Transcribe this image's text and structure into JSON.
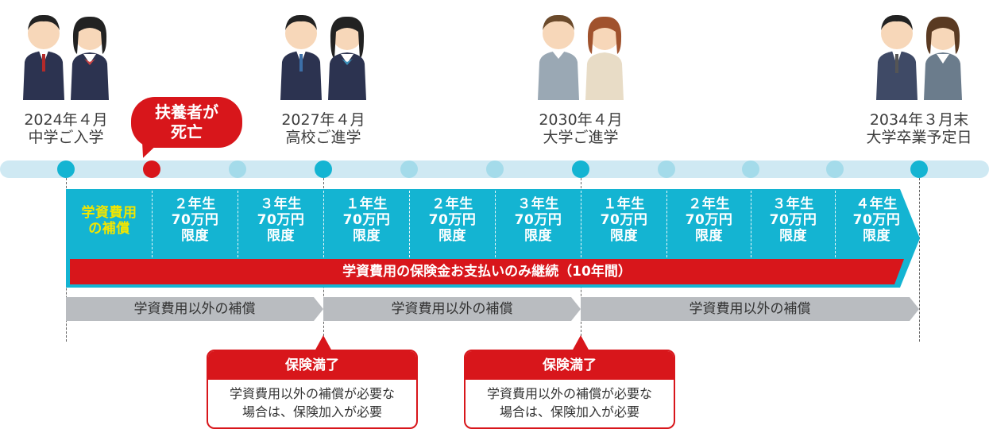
{
  "milestones": [
    {
      "date": "2024年４月",
      "event": "中学ご入学"
    },
    {
      "date": "2027年４月",
      "event": "高校ご進学"
    },
    {
      "date": "2030年４月",
      "event": "大学ご進学"
    },
    {
      "date": "2034年３月末",
      "event": "大学卒業予定日"
    }
  ],
  "event_bubble": {
    "line1": "扶養者が",
    "line2": "死亡"
  },
  "coverage_cells": [
    {
      "line1": "学資費用",
      "line2": "の補償",
      "line3": ""
    },
    {
      "line1": "２年生",
      "line2": "70万円",
      "line3": "限度"
    },
    {
      "line1": "３年生",
      "line2": "70万円",
      "line3": "限度"
    },
    {
      "line1": "１年生",
      "line2": "70万円",
      "line3": "限度"
    },
    {
      "line1": "２年生",
      "line2": "70万円",
      "line3": "限度"
    },
    {
      "line1": "３年生",
      "line2": "70万円",
      "line3": "限度"
    },
    {
      "line1": "１年生",
      "line2": "70万円",
      "line3": "限度"
    },
    {
      "line1": "２年生",
      "line2": "70万円",
      "line3": "限度"
    },
    {
      "line1": "３年生",
      "line2": "70万円",
      "line3": "限度"
    },
    {
      "line1": "４年生",
      "line2": "70万円",
      "line3": "限度"
    }
  ],
  "continuation_label": "学資費用の保険金お支払いのみ継続（10年間）",
  "other_coverage_labels": [
    "学資費用以外の補償",
    "学資費用以外の補償",
    "学資費用以外の補償"
  ],
  "callouts": [
    {
      "title": "保険満了",
      "body1": "学資費用以外の補償が必要な",
      "body2": "場合は、保険加入が必要"
    },
    {
      "title": "保険満了",
      "body1": "学資費用以外の補償が必要な",
      "body2": "場合は、保険加入が必要"
    }
  ],
  "colors": {
    "cyan": "#14b4d2",
    "light_cyan": "#cfe9f3",
    "red": "#d8161b",
    "gray": "#b9bcc0",
    "yellow": "#f2e600"
  },
  "illustrations": [
    "junior-high-students",
    "high-school-students",
    "university-students",
    "graduates"
  ]
}
